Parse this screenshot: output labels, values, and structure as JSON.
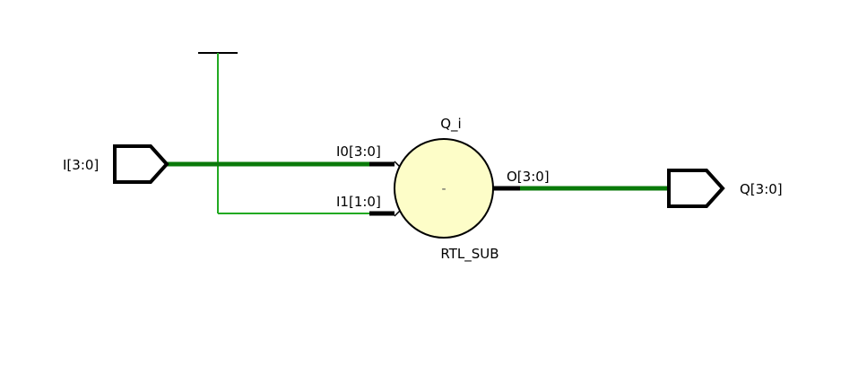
{
  "colors": {
    "bus_wire": "#0a7a0a",
    "net_wire": "#22aa22",
    "outline": "#000000",
    "cell_fill": "#fdfdc8",
    "background": "#ffffff"
  },
  "input_port": {
    "label": "I[3:0]"
  },
  "output_port": {
    "label": "Q[3:0]"
  },
  "power_net": {
    "symbol": "vcc-symbol"
  },
  "cell": {
    "instance_name": "Q_i",
    "type_name": "RTL_SUB",
    "operator": "-",
    "pins": {
      "in0": "I0[3:0]",
      "in1": "I1[1:0]",
      "out": "O[3:0]"
    }
  }
}
